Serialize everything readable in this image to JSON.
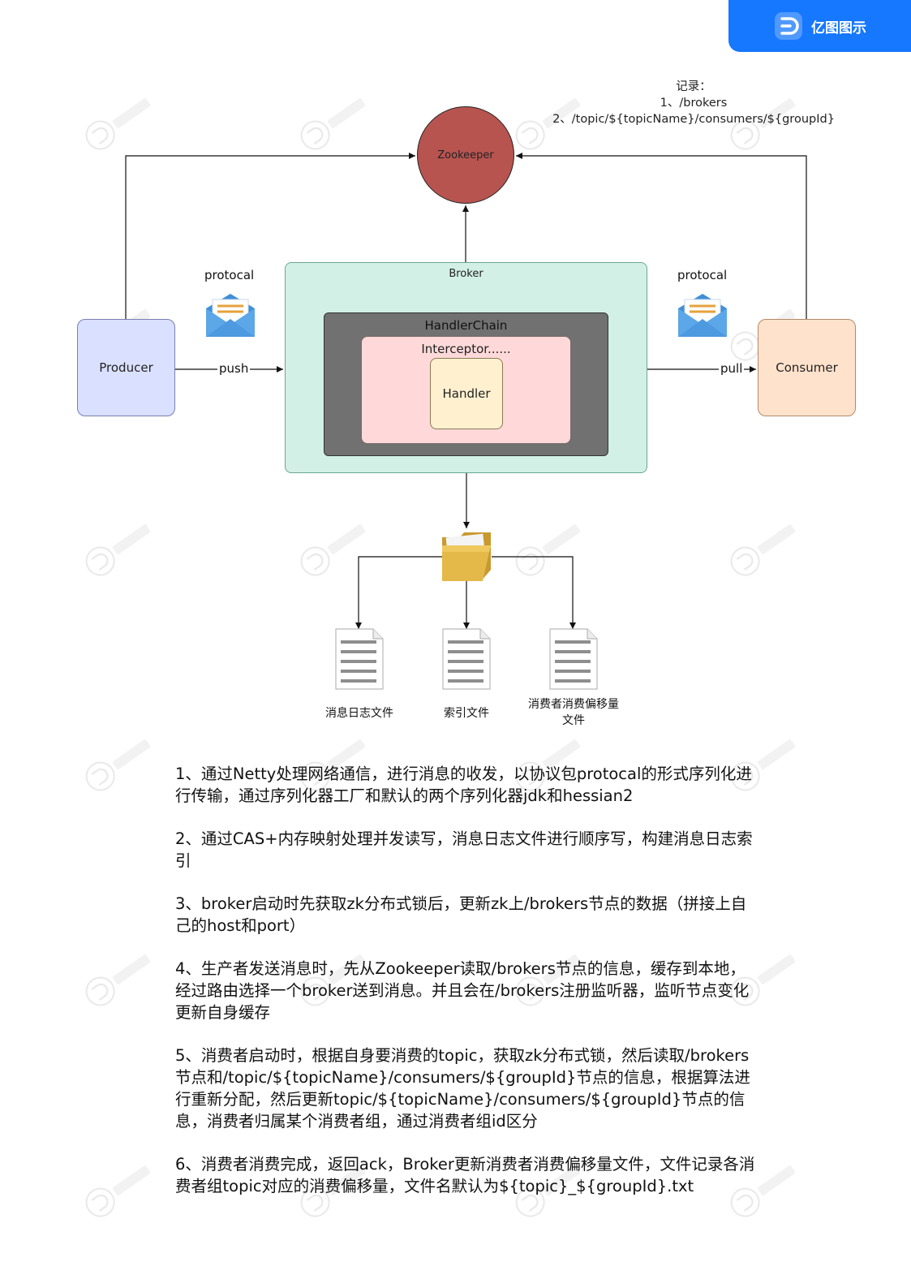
{
  "brand": {
    "name": "亿图图示",
    "color": "#1677ff"
  },
  "diagram": {
    "zookeeper": "Zookeeper",
    "zk_note": {
      "title": "记录：",
      "lines": [
        "1、/brokers",
        "2、/topic/${topicName}/consumers/${groupId}"
      ]
    },
    "producer": "Producer",
    "consumer": "Consumer",
    "broker": "Broker",
    "handler_chain": "HandlerChain",
    "interceptor": "Interceptor......",
    "handler": "Handler",
    "protocol_left": "protocal",
    "protocol_right": "protocal",
    "push": "push",
    "pull": "pull",
    "files": [
      "消息日志文件",
      "索引文件",
      "消费者消费偏移量文件"
    ],
    "colors": {
      "zookeeper": "#b85450",
      "producer": "#dae0ff",
      "consumer": "#ffe2cc",
      "broker": "#d2f0e6",
      "handler_chain": "#717171",
      "interceptor": "#ffd9d9",
      "handler": "#fff0cf"
    }
  },
  "notes": [
    "1、通过Netty处理网络通信，进行消息的收发，以协议包protocal的形式序列化进行传输，通过序列化器工厂和默认的两个序列化器jdk和hessian2",
    "2、通过CAS+内存映射处理并发读写，消息日志文件进行顺序写，构建消息日志索引",
    "3、broker启动时先获取zk分布式锁后，更新zk上/brokers节点的数据（拼接上自己的host和port）",
    "4、生产者发送消息时，先从Zookeeper读取/brokers节点的信息，缓存到本地，经过路由选择一个broker送到消息。并且会在/brokers注册监听器，监听节点变化更新自身缓存",
    "5、消费者启动时，根据自身要消费的topic，获取zk分布式锁，然后读取/brokers节点和/topic/${topicName}/consumers/${groupId}节点的信息，根据算法进行重新分配，然后更新topic/${topicName}/consumers/${groupId}节点的信息，消费者归属某个消费者组，通过消费者组id区分",
    "6、消费者消费完成，返回ack，Broker更新消费者消费偏移量文件，文件记录各消费者组topic对应的消费偏移量，文件名默认为${topic}_${groupId}.txt"
  ]
}
